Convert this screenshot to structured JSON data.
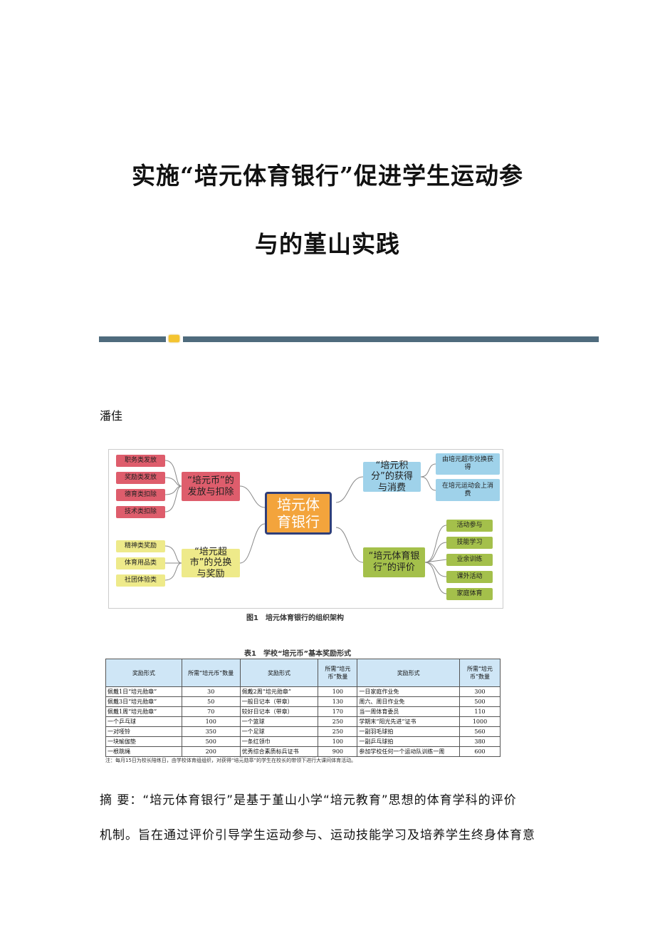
{
  "title": [
    "实施“培元体育银行”促进学生运动参",
    "与的堇山实践"
  ],
  "author": "潘佳",
  "figure": {
    "center": "培元体育银行",
    "red": {
      "parent": "“培元币”的发放与扣除",
      "leaves": [
        "职务类发放",
        "奖励类发放",
        "德育类扣除",
        "技术类扣除"
      ]
    },
    "yellow": {
      "parent": "“培元超市”的兑换与奖励",
      "leaves": [
        "精神类奖励",
        "体育用品类",
        "社团体验类"
      ]
    },
    "blue": {
      "parent": "“培元积分”的获得与消费",
      "leaves": [
        "由培元超市兑换获得",
        "在培元运动会上消费"
      ]
    },
    "green": {
      "parent": "“培元体育银行”的评价",
      "leaves": [
        "活动参与",
        "技能学习",
        "业余训练",
        "课外活动",
        "家庭体育"
      ]
    },
    "caption": "图1　培元体育银行的组织架构"
  },
  "table": {
    "caption": "表1　学校“培元币”基本奖励形式",
    "headers": [
      "奖励形式",
      "所需“培元币”数量",
      "奖励形式",
      "所需“培元币”数量",
      "奖励形式",
      "所需“培元币”数量"
    ],
    "rows": [
      [
        "佩戴1日“培元勋章”",
        "30",
        "佩戴2周“培元勋章”",
        "100",
        "一日家庭作业免",
        "300"
      ],
      [
        "佩戴3日“培元勋章”",
        "50",
        "一般日记本（带章）",
        "130",
        "周六、周日作业免",
        "500"
      ],
      [
        "佩戴1周“培元勋章”",
        "70",
        "较好日记本（带章）",
        "170",
        "当一周体育委员",
        "110"
      ],
      [
        "一个乒乓球",
        "100",
        "一个篮球",
        "250",
        "学期末“阳光先进”证书",
        "1000"
      ],
      [
        "一对哑铃",
        "350",
        "一个足球",
        "250",
        "一副羽毛球拍",
        "560"
      ],
      [
        "一块瑜伽垫",
        "500",
        "一条红领巾",
        "100",
        "一副乒乓球拍",
        "380"
      ],
      [
        "一根跳绳",
        "200",
        "优秀综合素质标兵证书",
        "900",
        "参加学校任何一个运动队训练一周",
        "600"
      ]
    ],
    "note": "注：每月15日为校长陪练日，由学校体育组组织，对获得“培元勋章”的学生在校长的带领下进行大课间体育活动。"
  },
  "abstract": [
    "摘 要：“培元体育银行”是基于堇山小学“培元教育”思想的体育学科的评价",
    "机制。旨在通过评价引导学生运动参与、运动技能学习及培养学生终身体育意"
  ]
}
